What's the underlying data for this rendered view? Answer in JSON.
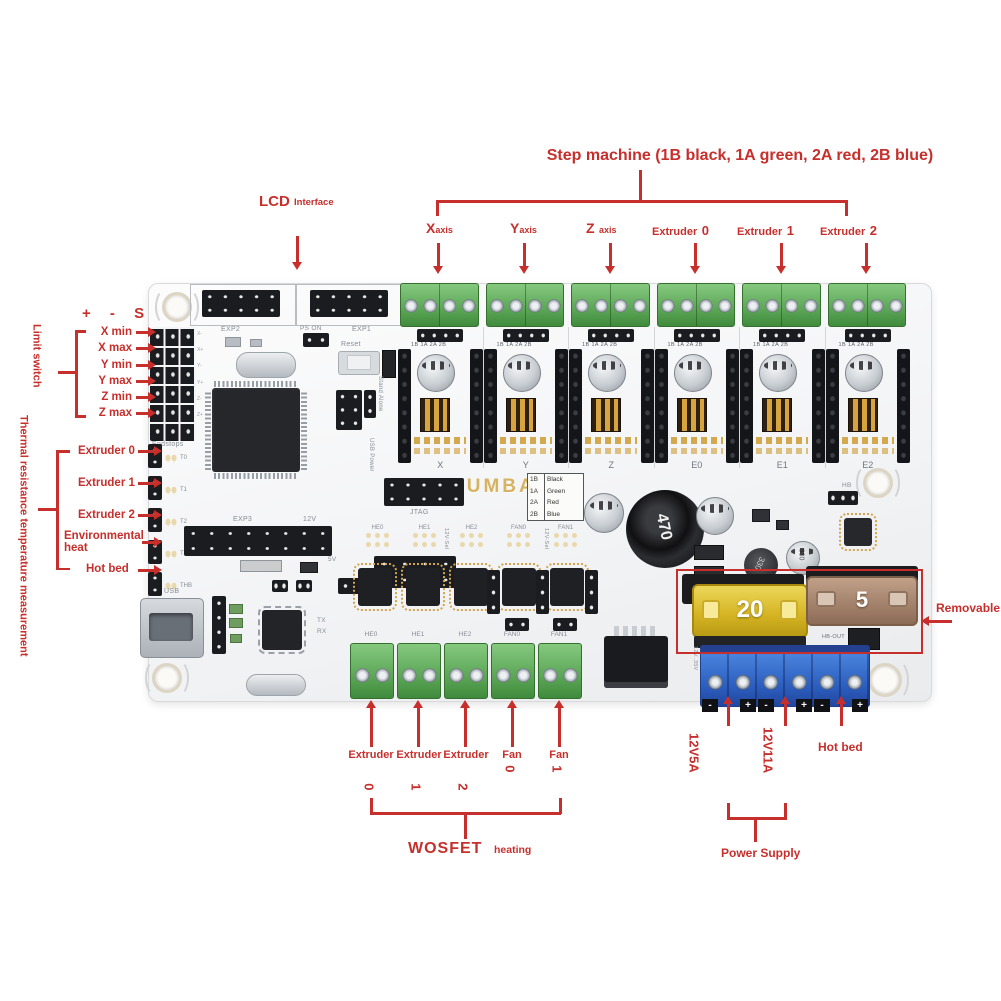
{
  "colors": {
    "annotation_red": "#c62f2c",
    "pcb_white": "#f3f4f6",
    "terminal_green": "#55a050",
    "terminal_blue": "#2f62c4",
    "fuse_yellow": "#ddbb2b",
    "fuse_brown": "#ab8a74",
    "silkscreen_gray": "#878c94",
    "logo_gold": "#d6b261"
  },
  "annotations": {
    "step": {
      "title": "Step machine (1B black, 1A green, 2A red, 2B blue)",
      "channels": [
        {
          "main": "X",
          "sub": "axis"
        },
        {
          "main": "Y",
          "sub": "axis"
        },
        {
          "main": "Z",
          "sub": "axis"
        },
        {
          "main": "Extruder",
          "sub": "0"
        },
        {
          "main": "Extruder",
          "sub": "1"
        },
        {
          "main": "Extruder",
          "sub": "2"
        }
      ]
    },
    "lcd": {
      "main": "LCD",
      "sub": "Interface"
    },
    "limit": {
      "side_label": "Limit switch",
      "pins_header": "+ - S",
      "items": [
        "X min",
        "X max",
        "Y min",
        "Y max",
        "Z min",
        "Z max"
      ]
    },
    "thermal": {
      "side_label": "Thermal resistance temperature measurement",
      "items": [
        "Extruder 0",
        "Extruder 1",
        "Extruder 2",
        "Environmental heat",
        "Hot bed"
      ]
    },
    "heating": {
      "items": [
        {
          "label": "Extruder",
          "num": "0"
        },
        {
          "label": "Extruder",
          "num": "1"
        },
        {
          "label": "Extruder",
          "num": "2"
        },
        {
          "label": "Fan",
          "num": "0"
        },
        {
          "label": "Fan",
          "num": "1"
        }
      ],
      "title": "WOSFET",
      "sub": "heating"
    },
    "power": {
      "input1": "12V5A",
      "input2": "12V11A",
      "hotbed": "Hot bed",
      "title": "Power Supply"
    },
    "removable": "Removable"
  },
  "board": {
    "name": "RUMBA",
    "legend": [
      [
        "1B",
        "Black"
      ],
      [
        "1A",
        "Green"
      ],
      [
        "2A",
        "Red"
      ],
      [
        "2B",
        "Blue"
      ]
    ],
    "channel_labels": [
      "X",
      "Y",
      "Z",
      "E0",
      "E1",
      "E2"
    ],
    "driver_pins": "1B 1A 2A 2B",
    "endstop_pins": [
      "X-",
      "X+",
      "Y-",
      "Y+",
      "Z-",
      "Z+"
    ],
    "thermo_labels": [
      "T0",
      "T1",
      "T2",
      "T3",
      "THB"
    ],
    "led_groups": [
      "HE0",
      "HE1",
      "HE2",
      "FAN0",
      "FAN1"
    ],
    "heater_terminals": [
      "HE0",
      "HE1",
      "HE2",
      "FAN0",
      "FAN1"
    ],
    "polarity_marks": [
      "-",
      "+",
      "-",
      "+",
      "-",
      "+"
    ],
    "silkscreen": {
      "exp1": "EXP1",
      "exp2": "EXP2",
      "exp3": "EXP3",
      "ps_on": "PS ON",
      "reset": "Reset",
      "endstops": "Endstops",
      "jtag": "JTAG",
      "stand_alone": "Stand Alone",
      "usb_power": "USB Power",
      "v12": "12V",
      "v5": "5V",
      "usb": "USB",
      "tx": "TX",
      "rx": "RX",
      "hb": "HB",
      "hb_out": "HB-OUT",
      "range": "12V..35V",
      "sel": "12V-Sel"
    },
    "fuses": {
      "f20": "20",
      "f5": "5"
    },
    "components": {
      "toroid": "470",
      "coil": "330",
      "cap": "330"
    }
  }
}
